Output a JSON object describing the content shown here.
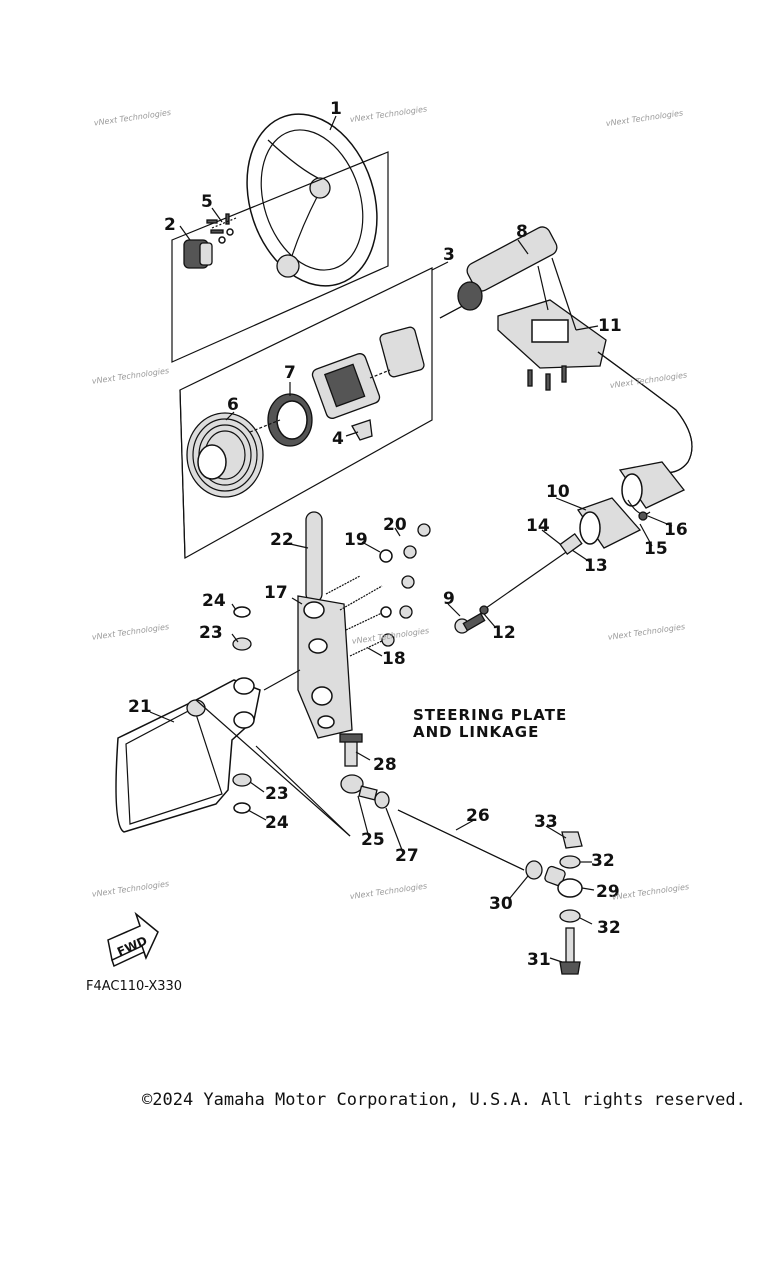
{
  "diagram": {
    "title_lines": [
      "STEERING PLATE",
      "AND LINKAGE"
    ],
    "diagram_code": "F4AC110-X330",
    "fwd_label": "FWD",
    "watermark": "vNext Technologies",
    "callouts": [
      "1",
      "2",
      "3",
      "4",
      "5",
      "6",
      "7",
      "8",
      "9",
      "10",
      "11",
      "12",
      "13",
      "14",
      "15",
      "16",
      "17",
      "18",
      "19",
      "20",
      "21",
      "22",
      "23",
      "24",
      "23",
      "24",
      "25",
      "26",
      "27",
      "28",
      "29",
      "30",
      "31",
      "32",
      "32",
      "33"
    ]
  },
  "footer": {
    "copyright": "©2024 Yamaha Motor Corporation, U.S.A. All rights reserved."
  }
}
